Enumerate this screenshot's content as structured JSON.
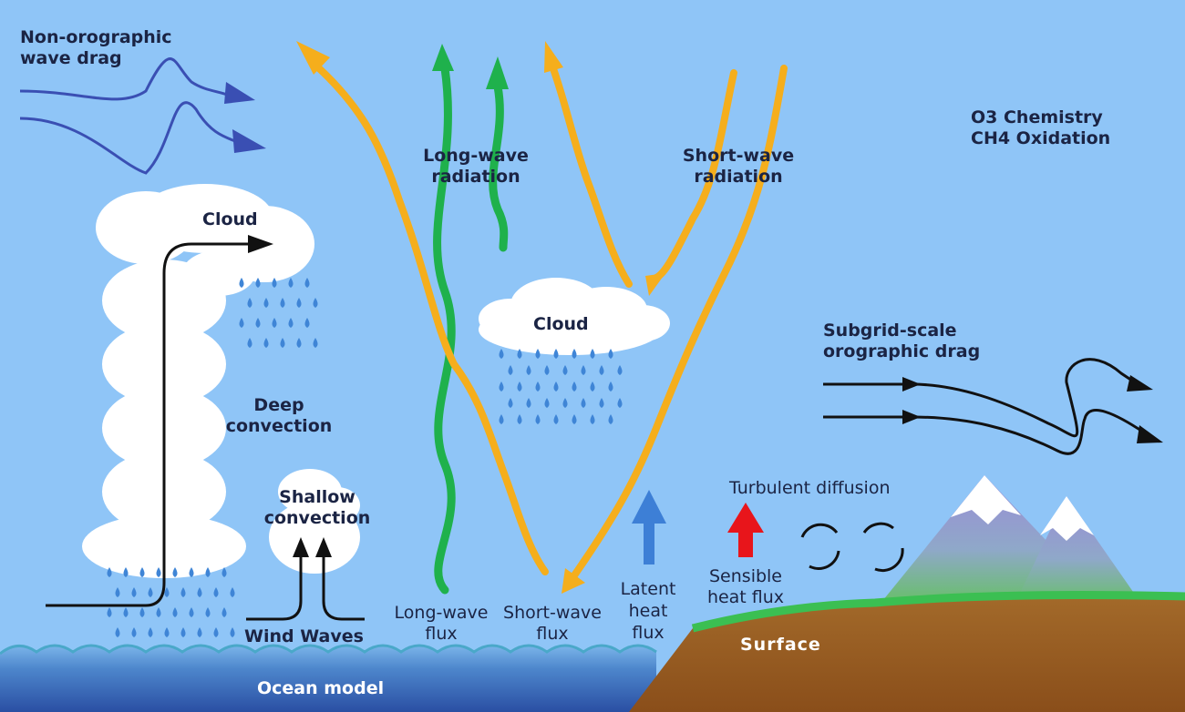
{
  "labels": {
    "non_orographic": [
      "Non-orographic",
      "wave drag"
    ],
    "long_wave_radiation": [
      "Long-wave",
      "radiation"
    ],
    "short_wave_radiation": [
      "Short-wave",
      "radiation"
    ],
    "chemistry": [
      "O3 Chemistry",
      "CH4 Oxidation"
    ],
    "cloud_deep": "Cloud",
    "cloud_mid": "Cloud",
    "deep_convection": [
      "Deep",
      "convection"
    ],
    "shallow_convection": [
      "Shallow",
      "convection"
    ],
    "wind_waves": "Wind Waves",
    "long_wave_flux": [
      "Long-wave",
      "flux"
    ],
    "short_wave_flux": [
      "Short-wave",
      "flux"
    ],
    "latent_heat_flux": [
      "Latent",
      "heat",
      "flux"
    ],
    "turbulent_diffusion": "Turbulent diffusion",
    "sensible_heat_flux": [
      "Sensible",
      "heat flux"
    ],
    "subgrid_drag": [
      "Subgrid-scale",
      "orographic drag"
    ],
    "surface": "Surface",
    "ocean_model": "Ocean model"
  },
  "colors": {
    "sky": "#8fc5f7",
    "short_wave": "#f5ae1c",
    "long_wave": "#1fb14c",
    "wave_drag": "#3a4fb3",
    "latent_heat": "#3d7fd6",
    "sensible_heat": "#e8151b",
    "ocean": "#2f56a8",
    "land": "#9a5a1c",
    "rain": "#3f85d6"
  }
}
